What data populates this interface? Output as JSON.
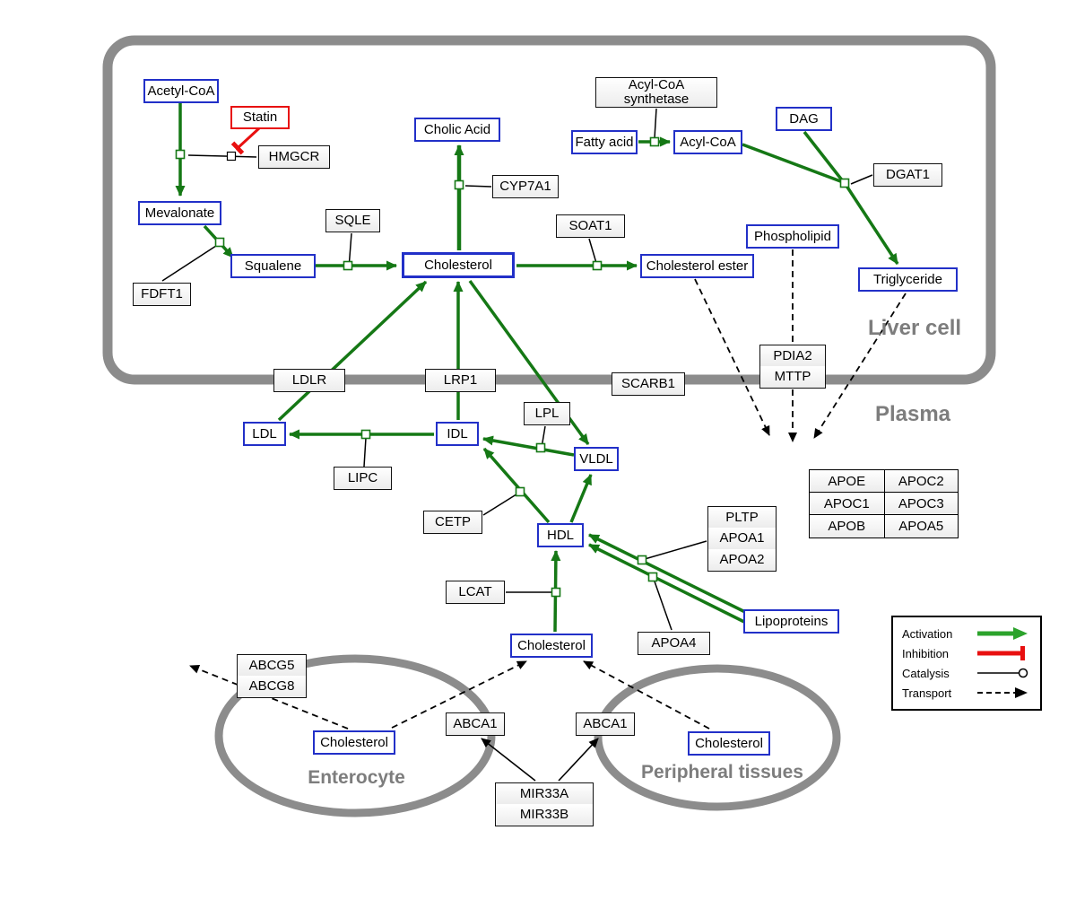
{
  "regions": {
    "liver_cell": "Liver cell",
    "plasma": "Plasma",
    "enterocyte": "Enterocyte",
    "peripheral_tissues": "Peripheral tissues"
  },
  "metabolites": {
    "acetyl_coa": "Acetyl-CoA",
    "mevalonate": "Mevalonate",
    "squalene": "Squalene",
    "cholic_acid": "Cholic Acid",
    "cholesterol_liver": "Cholesterol",
    "cholesterol_ester": "Cholesterol ester",
    "fatty_acid": "Fatty acid",
    "acyl_coa": "Acyl-CoA",
    "dag": "DAG",
    "phospholipid": "Phospholipid",
    "triglyceride": "Triglyceride",
    "ldl": "LDL",
    "idl": "IDL",
    "vldl": "VLDL",
    "hdl": "HDL",
    "lipoproteins": "Lipoproteins",
    "cholesterol_plasma": "Cholesterol",
    "cholesterol_enterocyte": "Cholesterol",
    "cholesterol_peripheral": "Cholesterol"
  },
  "drugs": {
    "statin": "Statin"
  },
  "genes": {
    "hmgcr": "HMGCR",
    "fdft1": "FDFT1",
    "sqle": "SQLE",
    "cyp7a1": "CYP7A1",
    "soat1": "SOAT1",
    "acyl_coa_synthetase": "Acyl-CoA synthetase",
    "dgat1": "DGAT1",
    "ldlr": "LDLR",
    "lrp1": "LRP1",
    "scarb1": "SCARB1",
    "pdia2": "PDIA2",
    "mttp": "MTTP",
    "lipc": "LIPC",
    "lpl": "LPL",
    "cetp": "CETP",
    "lcat": "LCAT",
    "pltp": "PLTP",
    "apoa1": "APOA1",
    "apoa2": "APOA2",
    "apoa4": "APOA4",
    "abcg5": "ABCG5",
    "abcg8": "ABCG8",
    "abca1_left": "ABCA1",
    "abca1_right": "ABCA1",
    "mir33a": "MIR33A",
    "mir33b": "MIR33B"
  },
  "apo_table": {
    "rows": [
      [
        "APOE",
        "APOC2"
      ],
      [
        "APOC1",
        "APOC3"
      ],
      [
        "APOB",
        "APOA5"
      ]
    ]
  },
  "legend": {
    "activation": "Activation",
    "inhibition": "Inhibition",
    "catalysis": "Catalysis",
    "transport": "Transport"
  },
  "colors": {
    "metabolite_border": "#2230c8",
    "activation_green": "#157815",
    "inhibition_red": "#e81010",
    "membrane_gray": "#8c8c8c",
    "region_label_gray": "#7d7d7d"
  }
}
